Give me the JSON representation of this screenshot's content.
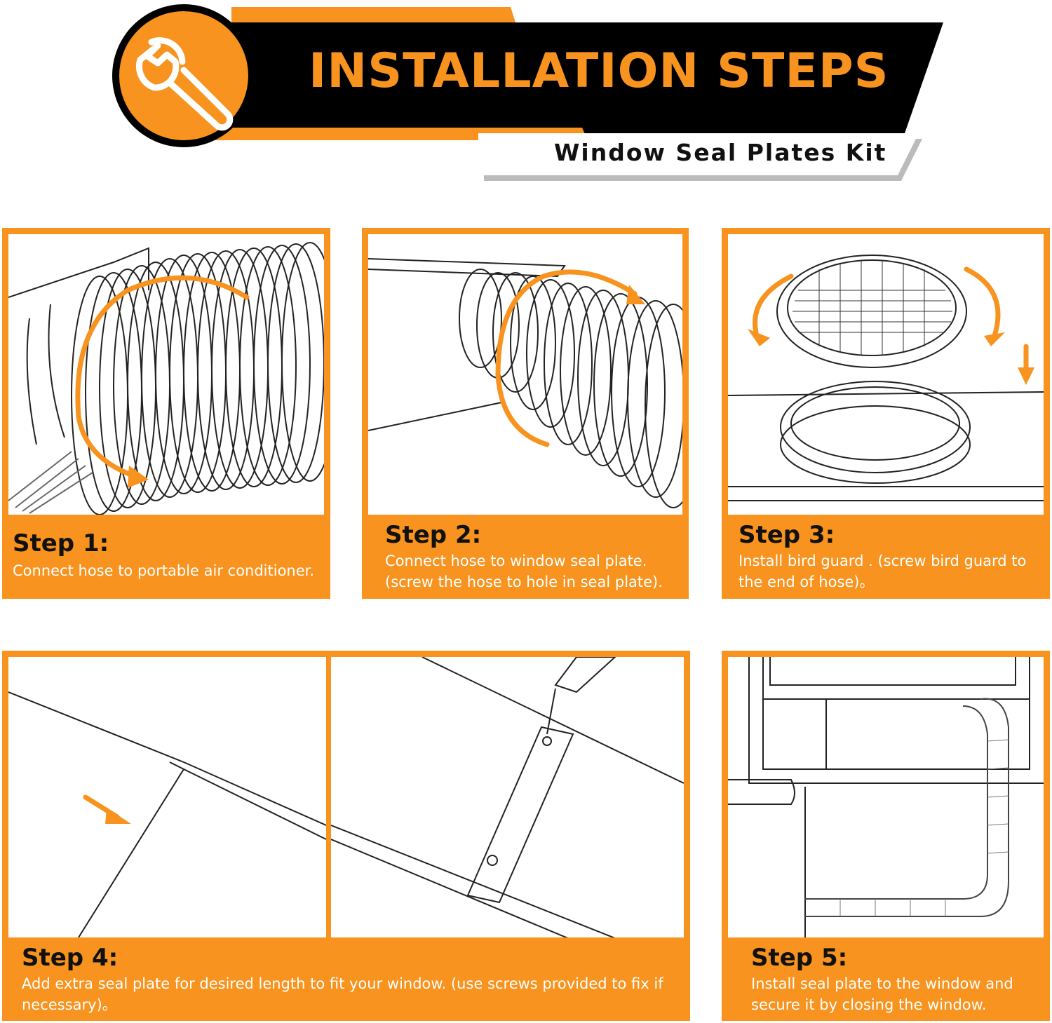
{
  "header": {
    "title": "INSTALLATION STEPS",
    "subtitle": "Window Seal Plates Kit",
    "icon": "wrench-icon"
  },
  "colors": {
    "accent": "#f7931e",
    "banner": "#000000",
    "text": "#111111"
  },
  "steps": [
    {
      "title": "Step 1:",
      "description": "Connect hose to portable air conditioner."
    },
    {
      "title": "Step 2:",
      "description": "Connect hose to window seal plate. (screw the hose to hole in seal plate)."
    },
    {
      "title": "Step 3:",
      "description": "Install bird guard . (screw bird guard to the end of hose)。"
    },
    {
      "title": "Step 4:",
      "description": "Add extra seal plate for desired length to fit your window. (use screws provided to fix if necessary)。"
    },
    {
      "title": "Step 5:",
      "description": "Install seal plate to the window and secure it by closing the window."
    }
  ]
}
